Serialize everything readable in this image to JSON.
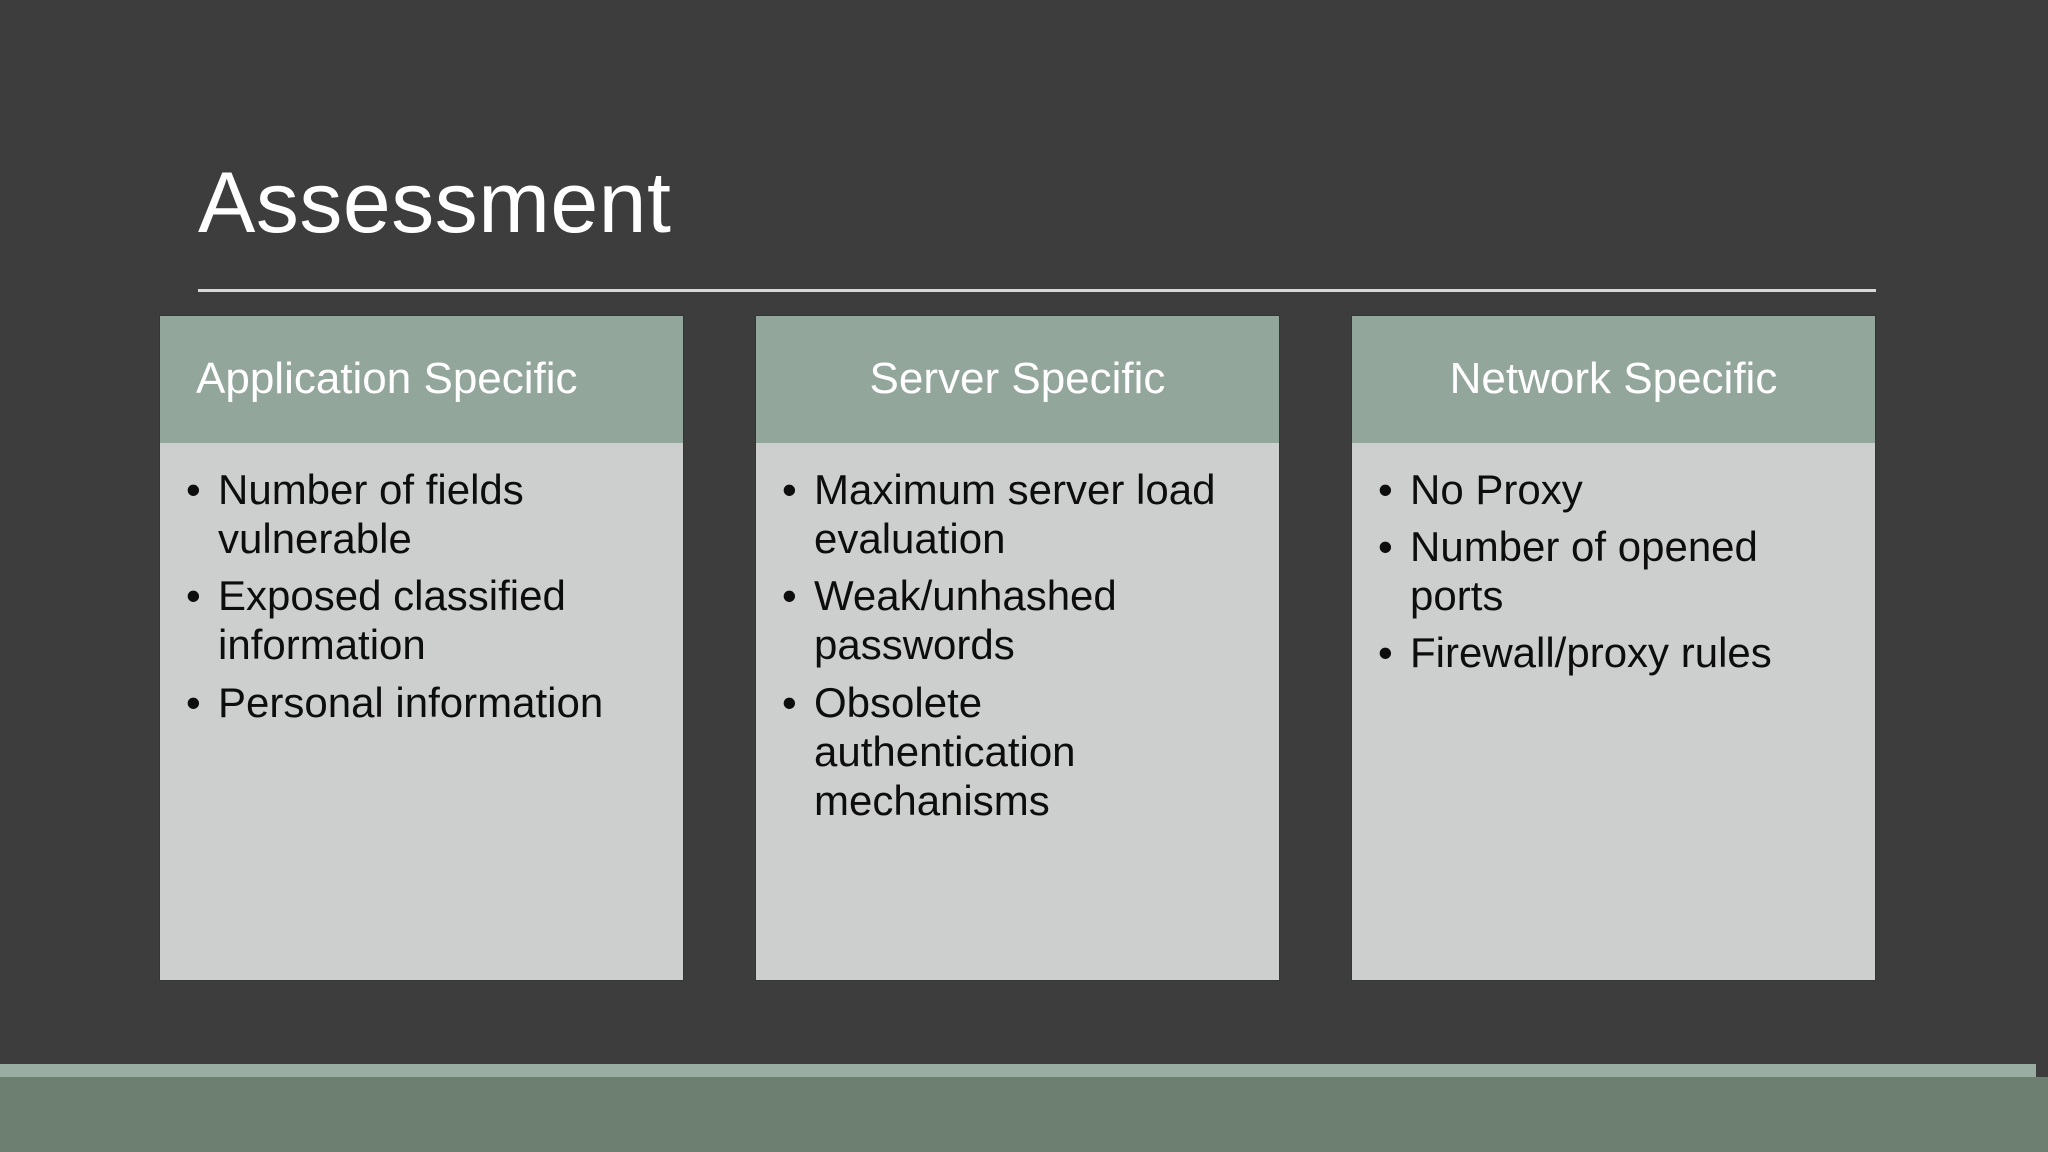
{
  "slide": {
    "title": "Assessment",
    "background_color": "#3d3d3d",
    "header_color": "#93a69c",
    "card_color": "#cdcfce",
    "footer_strip_color": "#9aada3",
    "footer_band_color": "#6d7f71",
    "rule_color": "#d9d9d9",
    "bullet_glyph": "•"
  },
  "columns": [
    {
      "header": "Application Specific",
      "header_align": "left",
      "items": [
        "Number of fields vulnerable",
        "Exposed classified information",
        "Personal information"
      ]
    },
    {
      "header": "Server Specific",
      "header_align": "center",
      "items": [
        "Maximum server load evaluation",
        "Weak/unhashed passwords",
        "Obsolete authentication mechanisms"
      ]
    },
    {
      "header": "Network Specific",
      "header_align": "center",
      "items": [
        "No Proxy",
        "Number of opened ports",
        "Firewall/proxy rules"
      ]
    }
  ]
}
